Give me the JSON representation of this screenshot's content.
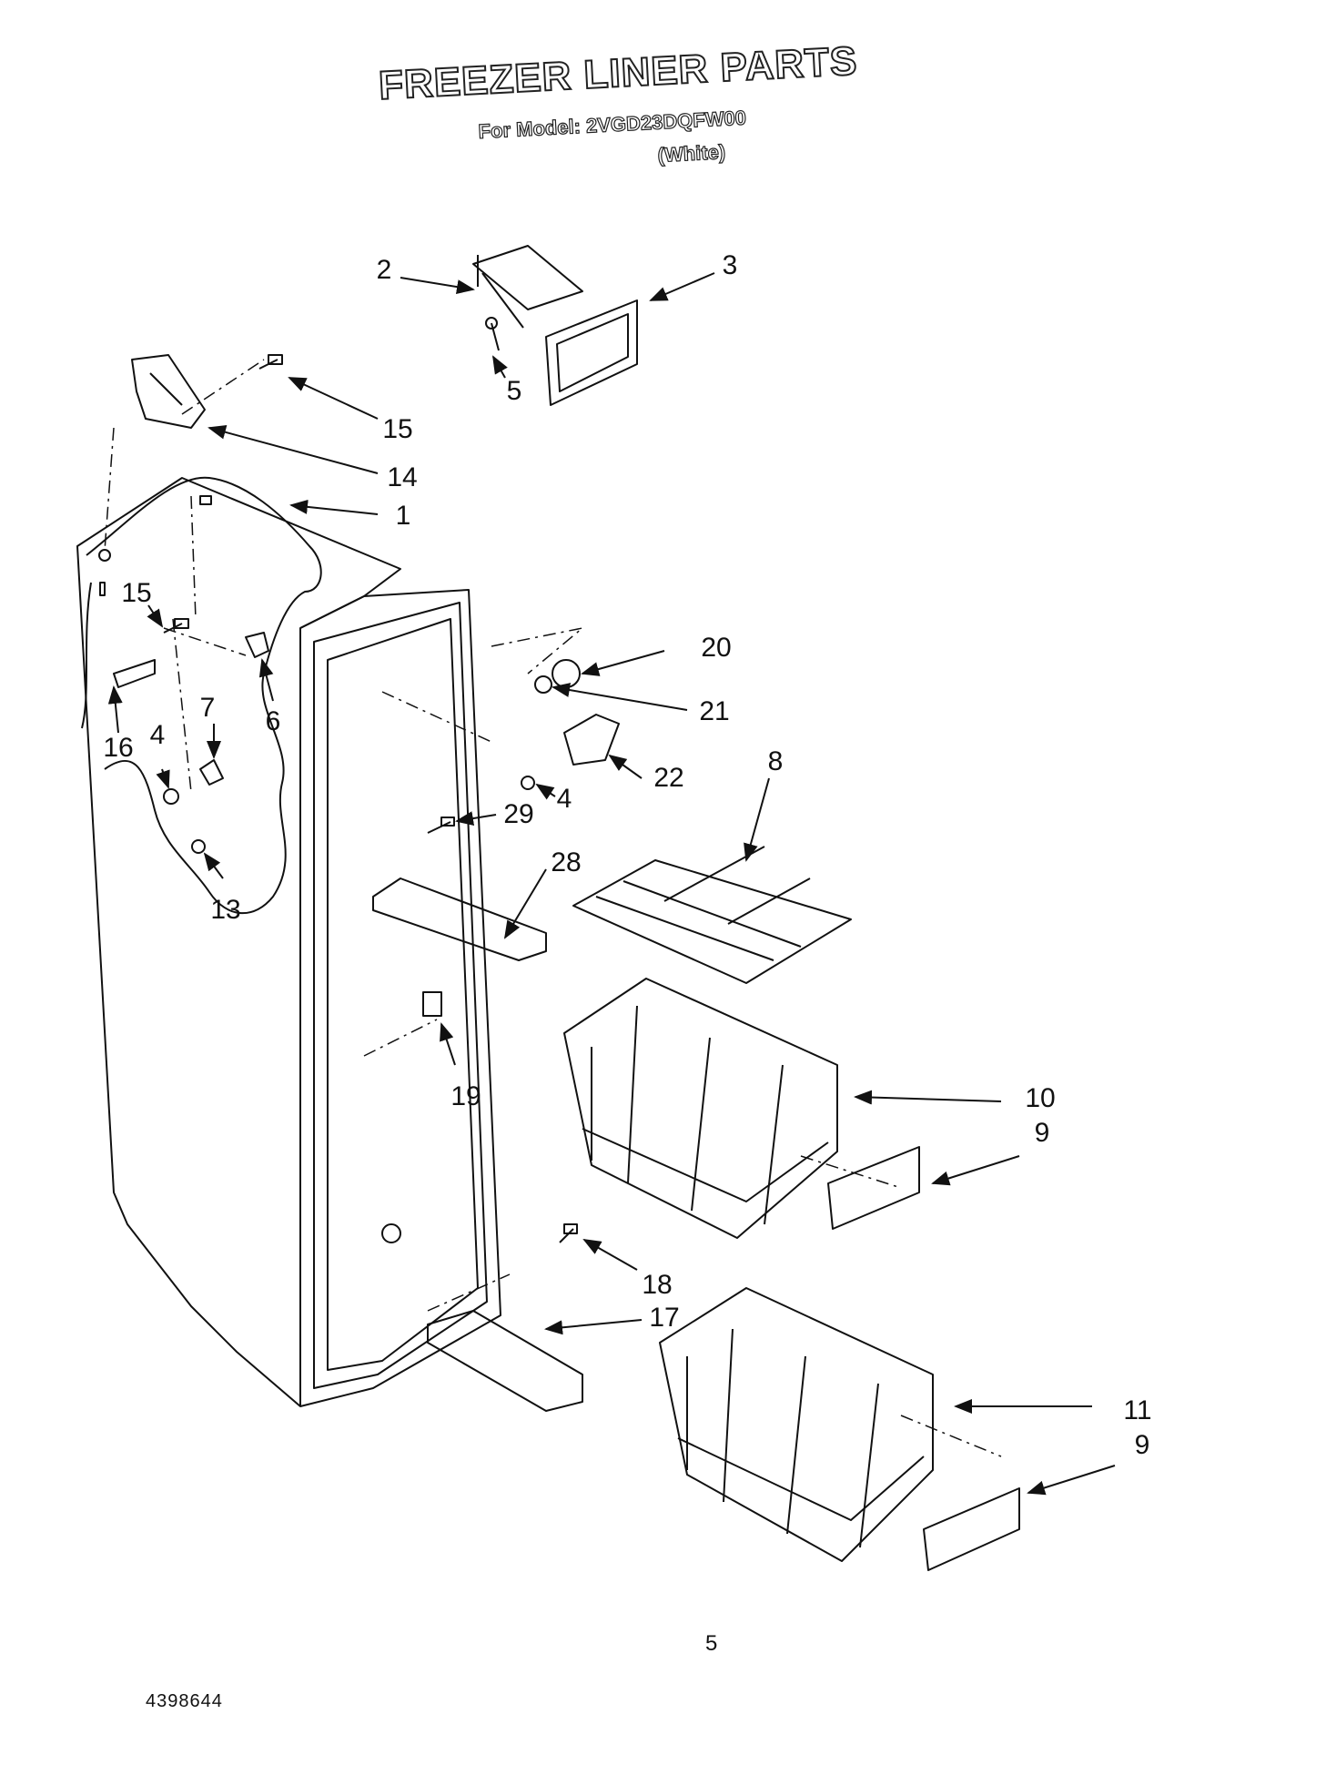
{
  "header": {
    "title": "FREEZER LINER PARTS",
    "model_line": "For Model: 2VGD23DQFW00",
    "variant": "(White)"
  },
  "callouts": [
    {
      "id": "c2",
      "label": "2"
    },
    {
      "id": "c3",
      "label": "3"
    },
    {
      "id": "c5",
      "label": "5"
    },
    {
      "id": "c15a",
      "label": "15"
    },
    {
      "id": "c14",
      "label": "14"
    },
    {
      "id": "c1",
      "label": "1"
    },
    {
      "id": "c15b",
      "label": "15"
    },
    {
      "id": "c16",
      "label": "16"
    },
    {
      "id": "c7",
      "label": "7"
    },
    {
      "id": "c6",
      "label": "6"
    },
    {
      "id": "c4a",
      "label": "4"
    },
    {
      "id": "c13",
      "label": "13"
    },
    {
      "id": "c20",
      "label": "20"
    },
    {
      "id": "c21",
      "label": "21"
    },
    {
      "id": "c22",
      "label": "22"
    },
    {
      "id": "c4b",
      "label": "4"
    },
    {
      "id": "c8",
      "label": "8"
    },
    {
      "id": "c29",
      "label": "29"
    },
    {
      "id": "c28",
      "label": "28"
    },
    {
      "id": "c19",
      "label": "19"
    },
    {
      "id": "c10",
      "label": "10"
    },
    {
      "id": "c9a",
      "label": "9"
    },
    {
      "id": "c18",
      "label": "18"
    },
    {
      "id": "c17",
      "label": "17"
    },
    {
      "id": "c11",
      "label": "11"
    },
    {
      "id": "c9b",
      "label": "9"
    }
  ],
  "footer": {
    "page_number": "5",
    "doc_number": "4398644"
  }
}
